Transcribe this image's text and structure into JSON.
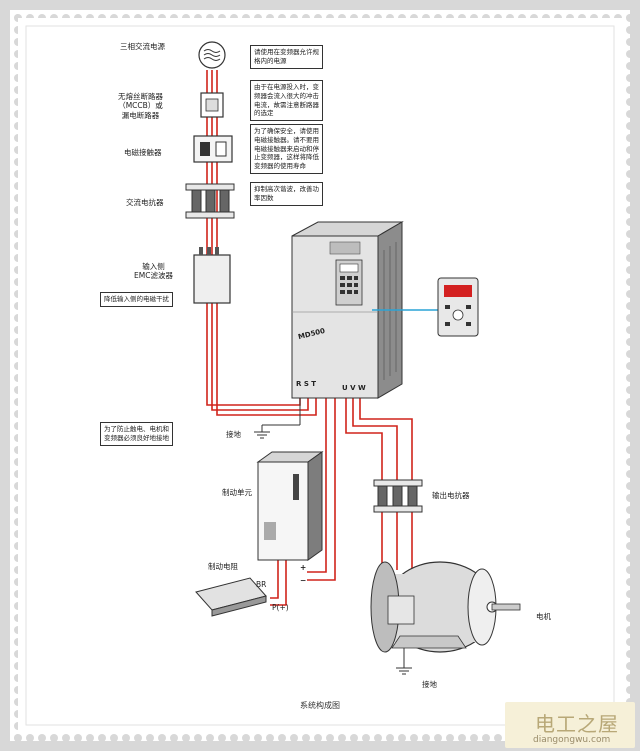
{
  "labels": {
    "power_source": "三相交流电源",
    "breaker": "无熔丝断路器\n（MCCB）或\n漏电断路器",
    "contactor": "电磁接触器",
    "ac_reactor": "交流电抗器",
    "emc_filter": "输入侧\nEMC滤波器",
    "emc_note": "降低输入侧的电磁干扰",
    "ground_note": "为了防止触电、电机和\n变频器必须良好地接地",
    "ground_top": "接地",
    "brake_unit": "制动单元",
    "brake_resistor": "制动电阻",
    "output_reactor": "输出电抗器",
    "motor": "电机",
    "ground_bottom": "接地",
    "model": "MD500",
    "terminal_rst": "R S T",
    "terminal_uvw": "U V W",
    "br": "BR",
    "p_plus": "P(+)",
    "plus": "+",
    "minus": "−"
  },
  "notes": {
    "power_note": [
      "请使用在变频器允许规",
      "格内的电源"
    ],
    "breaker_note": [
      "由于在电源投入时，变",
      "频器会流入很大的冲击",
      "电流，故需注意断路器",
      "的选定"
    ],
    "contactor_note": [
      "为了确保安全，请使用",
      "电磁接触器。请不要用",
      "电磁接触器来启动和停",
      "止变频器，这样将降低",
      "变频器的使用寿命"
    ],
    "reactor_note": [
      "抑制高次谐波，改善功",
      "率因数"
    ]
  },
  "caption": "系统构成图",
  "watermark": {
    "main": "电工之屋",
    "url": "diangongwu.com"
  },
  "colors": {
    "wire": "#d0241b",
    "stamp_bg": "#ffffff",
    "frame_bg": "#d8d8d8",
    "keypad_line": "#2aa3d6"
  }
}
